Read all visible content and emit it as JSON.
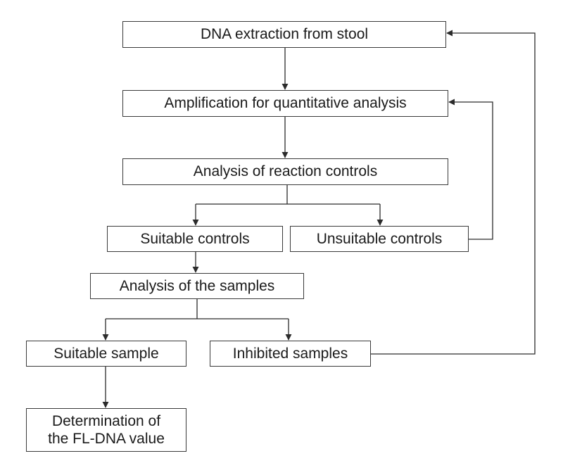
{
  "flowchart": {
    "extraction": "DNA extraction from stool",
    "amplification": "Amplification for quantitative analysis",
    "reaction_controls": "Analysis of reaction controls",
    "suitable_controls": "Suitable controls",
    "unsuitable_controls": "Unsuitable controls",
    "samples_analysis": "Analysis of the samples",
    "suitable_sample": "Suitable sample",
    "inhibited_samples": "Inhibited samples",
    "determination_line1": "Determination of",
    "determination_line2": "the FL-DNA value"
  },
  "colors": {
    "line": "#2b2b2b",
    "box_border": "#3a3a3a",
    "text": "#1a1a1a"
  }
}
